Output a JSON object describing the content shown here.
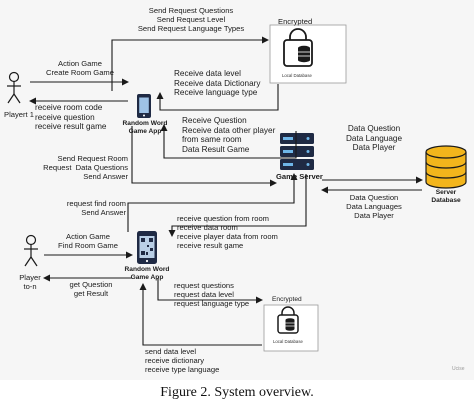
{
  "nodes": {
    "player1": "Playert 1",
    "player_n": "Player\nto-n",
    "app_top": "Random Word\nGame App",
    "app_bottom": "Random Word\nGame App",
    "game_server": "Game Server",
    "server_db": "Server\nDatabase",
    "encrypted_top": "Encrypted",
    "encrypted_bottom": "Encrypted",
    "local_db_top": "Local Database",
    "local_db_bottom": "Local Database"
  },
  "labels": {
    "p1_to_app": "Action Game\nCreate Room Game",
    "app_to_p1": "receive room code\nreceive question\nreceive result game",
    "app_to_localdb_top": "Send Request Questions\nSend Request Level\nSend Request Language Types",
    "localdb_to_app_top": "Receive data level\nReceive data Dictionary\nReceive language type",
    "server_to_app_top": "Receive Question\nReceive data other player\nfrom same room\nData Result Game",
    "app_to_server_top": "Send Request Room\nRequest  Data Questions\nSend Answer",
    "server_to_db": "Data Question\nData Language\nData Player",
    "db_to_server": "Data Question\nData Languages\nData Player",
    "app2_to_server": "request find room\nSend Answer",
    "server_to_app2": "receive question from room\nreceive data room\nreceive player data from room\nreceive result game",
    "pn_to_app2": "Action Game\nFind Room Game",
    "app2_to_pn": "get Question\nget Result",
    "app2_to_localdb": "request questions\nrequest data level\nrequest language type",
    "localdb_to_app2": "send data level\nreceive dictionary\nreceive type language"
  },
  "watermark": "Ucise",
  "caption": "Figure 2. System overview."
}
